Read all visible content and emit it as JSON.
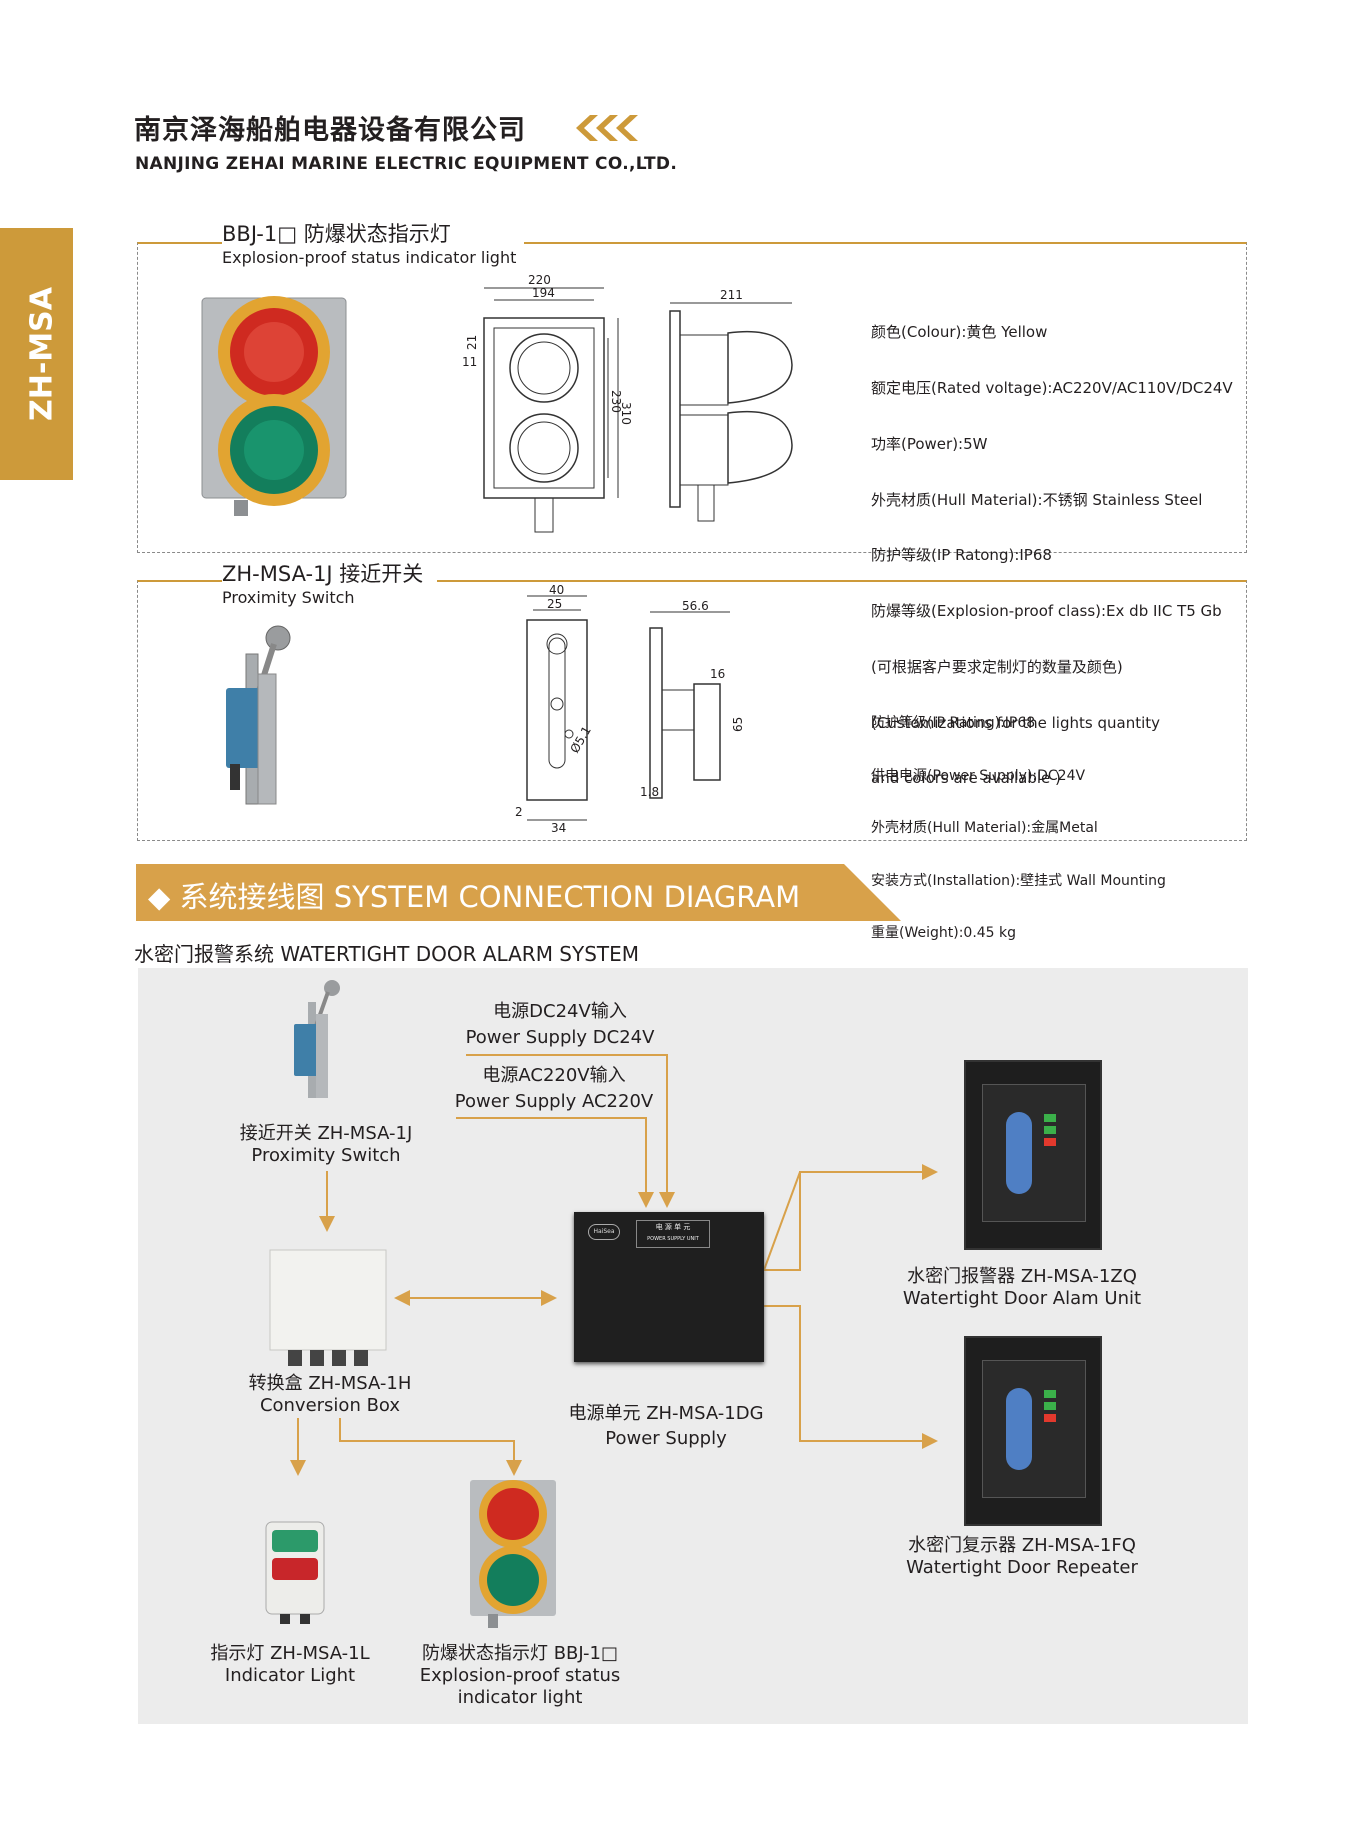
{
  "header": {
    "company_cn": "南京泽海船舶电器设备有限公司",
    "company_en": "NANJING ZEHAI MARINE ELECTRIC EQUIPMENT CO.,LTD."
  },
  "side_tab": {
    "main": "ZH-MSA",
    "sub_cn": "水密门报警系统",
    "sub_en": "WATERTIGHT DOOR ALARM SYSTEM"
  },
  "products": [
    {
      "title_cn": "BBJ-1□ 防爆状态指示灯",
      "title_en": "Explosion-proof status indicator light",
      "dimensions": [
        "220",
        "194",
        "21",
        "11",
        "310",
        "230",
        "211"
      ],
      "specs": [
        "颜色(Colour):黄色 Yellow",
        "额定电压(Rated voltage):AC220V/AC110V/DC24V",
        "功率(Power):5W",
        "外壳材质(Hull Material):不锈钢 Stainless Steel",
        "防护等级(IP Ratong):IP68",
        "防爆等级(Explosion-proof class):Ex db IIC T5 Gb",
        "(可根据客户要求定制灯的数量及颜色)",
        "(Customizations for the lights quantity",
        "and colors are available )"
      ]
    },
    {
      "title_cn": "ZH-MSA-1J 接近开关",
      "title_en": "Proximity Switch",
      "dimensions": [
        "40",
        "25",
        "Ø5.1",
        "2",
        "34",
        "56.6",
        "16",
        "65",
        "1.8"
      ],
      "specs": [
        "防护等级(IP Rating):IP68",
        "供电电源(Power Supply):DC24V",
        "外壳材质(Hull Material):金属Metal",
        "安装方式(Installation):壁挂式 Wall Mounting",
        "重量(Weight):0.45 kg"
      ]
    }
  ],
  "section": {
    "banner": "◆ 系统接线图   SYSTEM CONNECTION DIAGRAM",
    "subtitle": "水密门报警系统 WATERTIGHT DOOR ALARM SYSTEM"
  },
  "diagram": {
    "power_dc_cn": "电源DC24V输入",
    "power_dc_en": "Power Supply DC24V",
    "power_ac_cn": "电源AC220V输入",
    "power_ac_en": "Power Supply AC220V",
    "proximity_cn": "接近开关 ZH-MSA-1J",
    "proximity_en": "Proximity Switch",
    "conversion_cn": "转换盒 ZH-MSA-1H",
    "conversion_en": "Conversion Box",
    "psu_cn": "电源单元 ZH-MSA-1DG",
    "psu_en": "Power Supply",
    "psu_label_cn": "电 源 单 元",
    "psu_label_en": "POWER SUPPLY UNIT",
    "psu_logo": "HaiSea",
    "alarm_cn": "水密门报警器   ZH-MSA-1ZQ",
    "alarm_en": "Watertight Door Alam Unit",
    "repeater_cn": "水密门复示器  ZH-MSA-1FQ",
    "repeater_en": "Watertight Door Repeater",
    "indicator_cn": "指示灯 ZH-MSA-1L",
    "indicator_en": "Indicator Light",
    "exlight_cn": "防爆状态指示灯 BBJ-1□",
    "exlight_en1": "Explosion-proof status",
    "exlight_en2": "indicator light"
  },
  "colors": {
    "accent": "#cd9a3a",
    "diagram_bg": "#ececec",
    "arrow": "#d8a14a"
  }
}
